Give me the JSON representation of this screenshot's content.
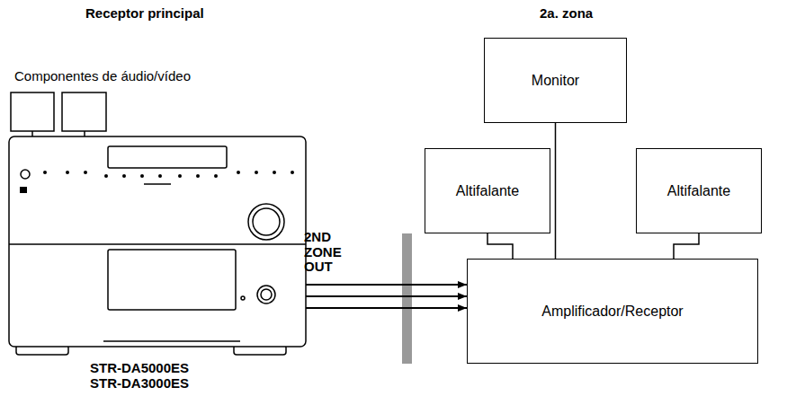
{
  "diagram": {
    "nodes": [
      {
        "text": [
          "Monitor"
        ]
      },
      {
        "text": [
          "Altifalante"
        ]
      },
      {
        "text": [
          "Altifalante"
        ]
      },
      {
        "text": [
          "Amplificador/Receptor"
        ]
      }
    ],
    "edges": [
      {
        "from": 0,
        "to": 3,
        "arrow": "none"
      },
      {
        "from": 1,
        "to": 3,
        "arrow": "none"
      },
      {
        "from": 2,
        "to": 3,
        "arrow": "none"
      }
    ],
    "labels": [
      "Receptor principal",
      "2a. zona",
      "Componentes de áudio/vídeo",
      "2ND ZONE OUT",
      "STR-DA5000ES",
      "STR-DA3000ES"
    ]
  }
}
